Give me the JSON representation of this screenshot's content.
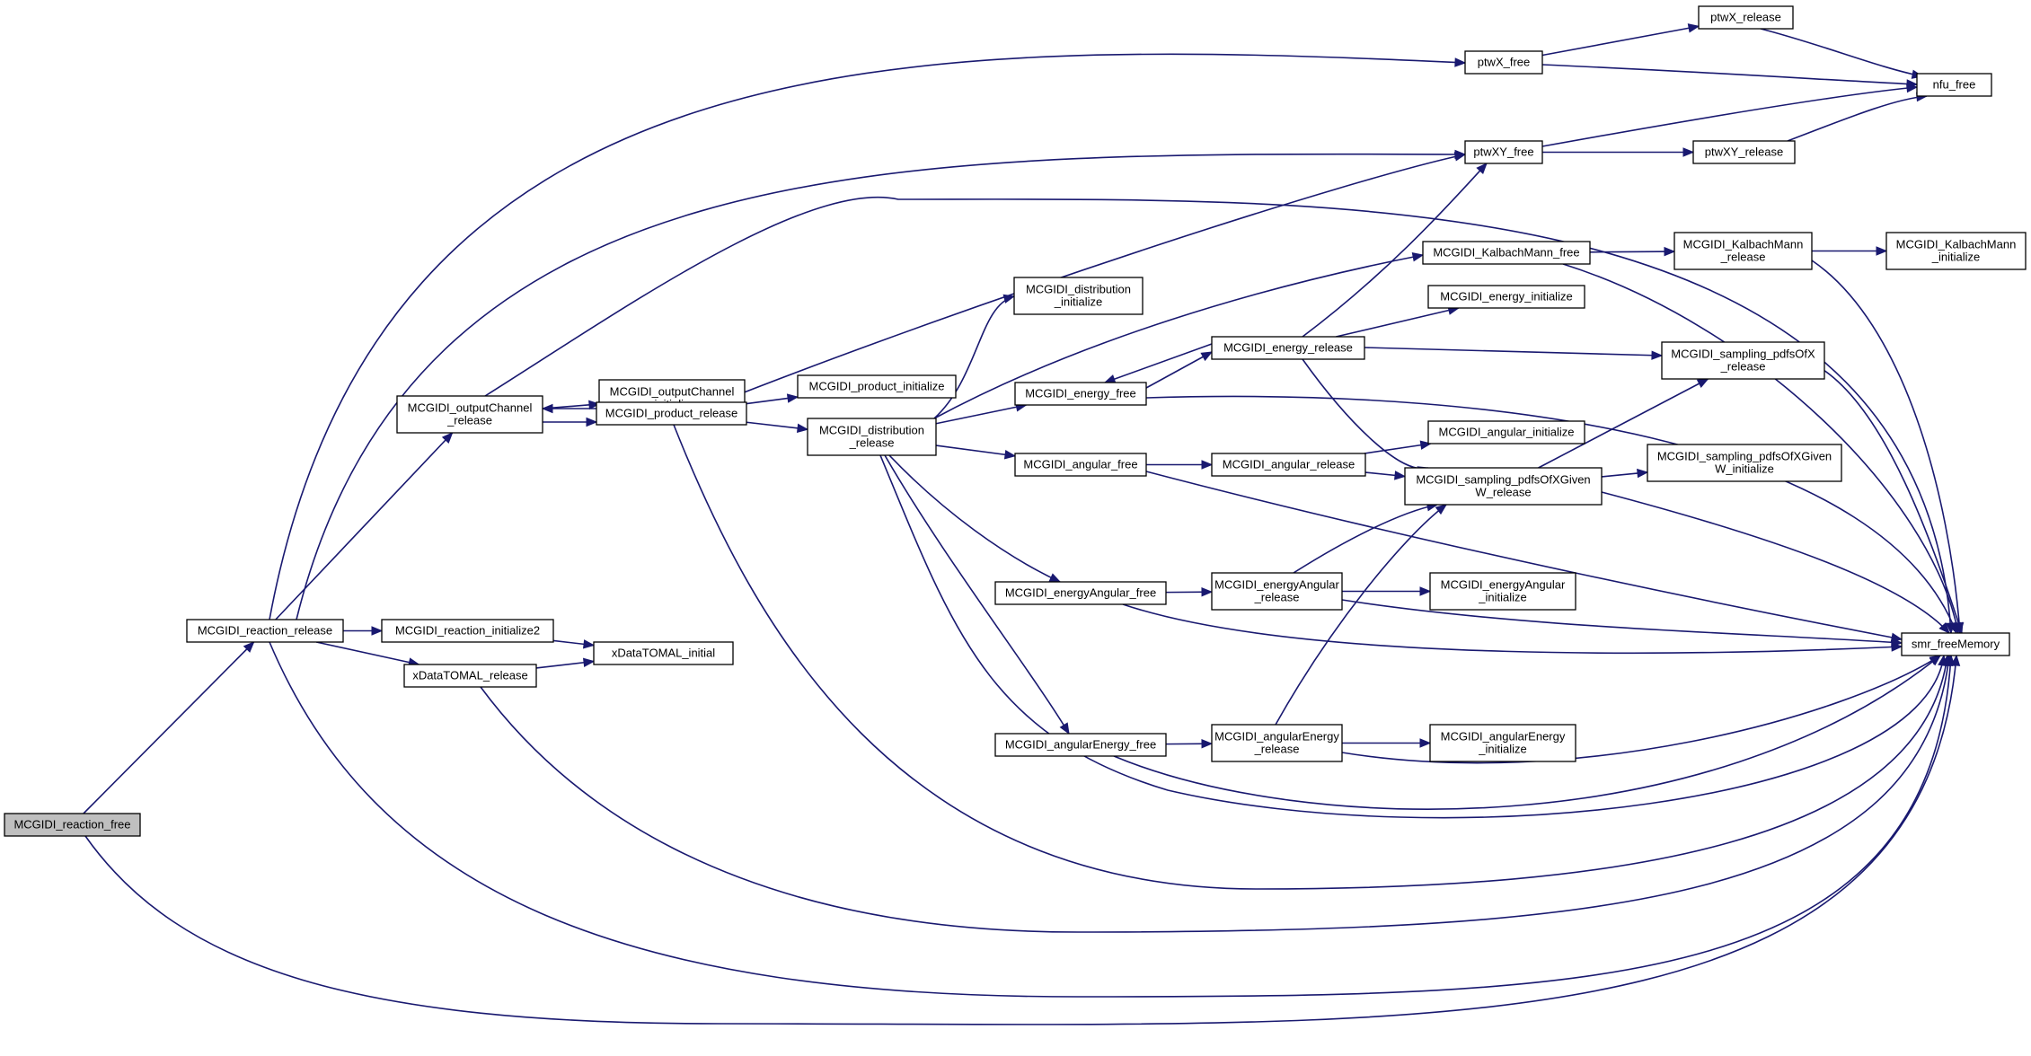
{
  "nodes": [
    {
      "id": "reaction_free",
      "lines": [
        "MCGIDI_reaction_free"
      ],
      "root": true
    },
    {
      "id": "reaction_release",
      "lines": [
        "MCGIDI_reaction_release"
      ]
    },
    {
      "id": "outputChannel_release",
      "lines": [
        "MCGIDI_outputChannel",
        "_release"
      ]
    },
    {
      "id": "reaction_initialize2",
      "lines": [
        "MCGIDI_reaction_initialize2"
      ]
    },
    {
      "id": "xDataTOMAL_release",
      "lines": [
        "xDataTOMAL_release"
      ]
    },
    {
      "id": "xDataTOMAL_initial",
      "lines": [
        "xDataTOMAL_initial"
      ]
    },
    {
      "id": "outputChannel_initialize",
      "lines": [
        "MCGIDI_outputChannel",
        "_initialize"
      ]
    },
    {
      "id": "product_release",
      "lines": [
        "MCGIDI_product_release"
      ]
    },
    {
      "id": "product_initialize",
      "lines": [
        "MCGIDI_product_initialize"
      ]
    },
    {
      "id": "distribution_release",
      "lines": [
        "MCGIDI_distribution",
        "_release"
      ]
    },
    {
      "id": "distribution_initialize",
      "lines": [
        "MCGIDI_distribution",
        "_initialize"
      ]
    },
    {
      "id": "energy_free",
      "lines": [
        "MCGIDI_energy_free"
      ]
    },
    {
      "id": "angular_free",
      "lines": [
        "MCGIDI_angular_free"
      ]
    },
    {
      "id": "energyAngular_free",
      "lines": [
        "MCGIDI_energyAngular_free"
      ]
    },
    {
      "id": "angularEnergy_free",
      "lines": [
        "MCGIDI_angularEnergy_free"
      ]
    },
    {
      "id": "energy_release",
      "lines": [
        "MCGIDI_energy_release"
      ]
    },
    {
      "id": "angular_release",
      "lines": [
        "MCGIDI_angular_release"
      ]
    },
    {
      "id": "energyAngular_release",
      "lines": [
        "MCGIDI_energyAngular",
        "_release"
      ]
    },
    {
      "id": "angularEnergy_release",
      "lines": [
        "MCGIDI_angularEnergy",
        "_release"
      ]
    },
    {
      "id": "KalbachMann_free",
      "lines": [
        "MCGIDI_KalbachMann_free"
      ]
    },
    {
      "id": "energy_initialize",
      "lines": [
        "MCGIDI_energy_initialize"
      ]
    },
    {
      "id": "angular_initialize",
      "lines": [
        "MCGIDI_angular_initialize"
      ]
    },
    {
      "id": "sampling_pdfsOfXGivenW_release",
      "lines": [
        "MCGIDI_sampling_pdfsOfXGiven",
        "W_release"
      ]
    },
    {
      "id": "energyAngular_initialize",
      "lines": [
        "MCGIDI_energyAngular",
        "_initialize"
      ]
    },
    {
      "id": "angularEnergy_initialize",
      "lines": [
        "MCGIDI_angularEnergy",
        "_initialize"
      ]
    },
    {
      "id": "ptwX_free",
      "lines": [
        "ptwX_free"
      ]
    },
    {
      "id": "ptwXY_free",
      "lines": [
        "ptwXY_free"
      ]
    },
    {
      "id": "ptwX_release",
      "lines": [
        "ptwX_release"
      ]
    },
    {
      "id": "ptwXY_release",
      "lines": [
        "ptwXY_release"
      ]
    },
    {
      "id": "KalbachMann_release",
      "lines": [
        "MCGIDI_KalbachMann",
        "_release"
      ]
    },
    {
      "id": "sampling_pdfsOfX_release",
      "lines": [
        "MCGIDI_sampling_pdfsOfX",
        "_release"
      ]
    },
    {
      "id": "sampling_pdfsOfXGivenW_initialize",
      "lines": [
        "MCGIDI_sampling_pdfsOfXGiven",
        "W_initialize"
      ]
    },
    {
      "id": "KalbachMann_initialize",
      "lines": [
        "MCGIDI_KalbachMann",
        "_initialize"
      ]
    },
    {
      "id": "nfu_free",
      "lines": [
        "nfu_free"
      ]
    },
    {
      "id": "smr_freeMemory",
      "lines": [
        "smr_freeMemory"
      ]
    }
  ],
  "edges": [
    [
      "reaction_free",
      "reaction_release"
    ],
    [
      "reaction_free",
      "smr_freeMemory"
    ],
    [
      "reaction_release",
      "outputChannel_release"
    ],
    [
      "reaction_release",
      "reaction_initialize2"
    ],
    [
      "reaction_release",
      "xDataTOMAL_release"
    ],
    [
      "reaction_release",
      "ptwX_free"
    ],
    [
      "reaction_release",
      "ptwXY_free"
    ],
    [
      "reaction_release",
      "smr_freeMemory"
    ],
    [
      "reaction_initialize2",
      "xDataTOMAL_initial"
    ],
    [
      "xDataTOMAL_release",
      "xDataTOMAL_initial"
    ],
    [
      "xDataTOMAL_release",
      "smr_freeMemory"
    ],
    [
      "outputChannel_release",
      "outputChannel_initialize"
    ],
    [
      "outputChannel_release",
      "product_release"
    ],
    [
      "outputChannel_release",
      "smr_freeMemory"
    ],
    [
      "product_release",
      "outputChannel_release"
    ],
    [
      "product_release",
      "product_initialize"
    ],
    [
      "product_release",
      "distribution_release"
    ],
    [
      "product_release",
      "ptwXY_free"
    ],
    [
      "product_release",
      "smr_freeMemory"
    ],
    [
      "distribution_release",
      "distribution_initialize"
    ],
    [
      "distribution_release",
      "energy_free"
    ],
    [
      "distribution_release",
      "angular_free"
    ],
    [
      "distribution_release",
      "energyAngular_free"
    ],
    [
      "distribution_release",
      "angularEnergy_free"
    ],
    [
      "distribution_release",
      "KalbachMann_free"
    ],
    [
      "distribution_release",
      "smr_freeMemory"
    ],
    [
      "energy_free",
      "energy_release"
    ],
    [
      "energy_free",
      "smr_freeMemory"
    ],
    [
      "energy_release",
      "energy_free"
    ],
    [
      "energy_release",
      "energy_initialize"
    ],
    [
      "energy_release",
      "sampling_pdfsOfX_release"
    ],
    [
      "energy_release",
      "sampling_pdfsOfXGivenW_release"
    ],
    [
      "energy_release",
      "ptwXY_free"
    ],
    [
      "angular_free",
      "angular_release"
    ],
    [
      "angular_free",
      "smr_freeMemory"
    ],
    [
      "angular_release",
      "angular_initialize"
    ],
    [
      "angular_release",
      "sampling_pdfsOfXGivenW_release"
    ],
    [
      "energyAngular_free",
      "energyAngular_release"
    ],
    [
      "energyAngular_free",
      "smr_freeMemory"
    ],
    [
      "energyAngular_release",
      "energyAngular_initialize"
    ],
    [
      "energyAngular_release",
      "sampling_pdfsOfXGivenW_release"
    ],
    [
      "energyAngular_release",
      "smr_freeMemory"
    ],
    [
      "angularEnergy_free",
      "angularEnergy_release"
    ],
    [
      "angularEnergy_free",
      "smr_freeMemory"
    ],
    [
      "angularEnergy_release",
      "angularEnergy_initialize"
    ],
    [
      "angularEnergy_release",
      "sampling_pdfsOfXGivenW_release"
    ],
    [
      "angularEnergy_release",
      "smr_freeMemory"
    ],
    [
      "KalbachMann_free",
      "KalbachMann_release"
    ],
    [
      "KalbachMann_free",
      "smr_freeMemory"
    ],
    [
      "KalbachMann_release",
      "KalbachMann_initialize"
    ],
    [
      "KalbachMann_release",
      "smr_freeMemory"
    ],
    [
      "sampling_pdfsOfXGivenW_release",
      "sampling_pdfsOfX_release"
    ],
    [
      "sampling_pdfsOfXGivenW_release",
      "sampling_pdfsOfXGivenW_initialize"
    ],
    [
      "sampling_pdfsOfXGivenW_release",
      "smr_freeMemory"
    ],
    [
      "sampling_pdfsOfX_release",
      "smr_freeMemory"
    ],
    [
      "ptwX_free",
      "ptwX_release"
    ],
    [
      "ptwX_free",
      "nfu_free"
    ],
    [
      "ptwX_release",
      "nfu_free"
    ],
    [
      "ptwXY_free",
      "ptwXY_release"
    ],
    [
      "ptwXY_free",
      "nfu_free"
    ],
    [
      "ptwXY_release",
      "nfu_free"
    ]
  ]
}
